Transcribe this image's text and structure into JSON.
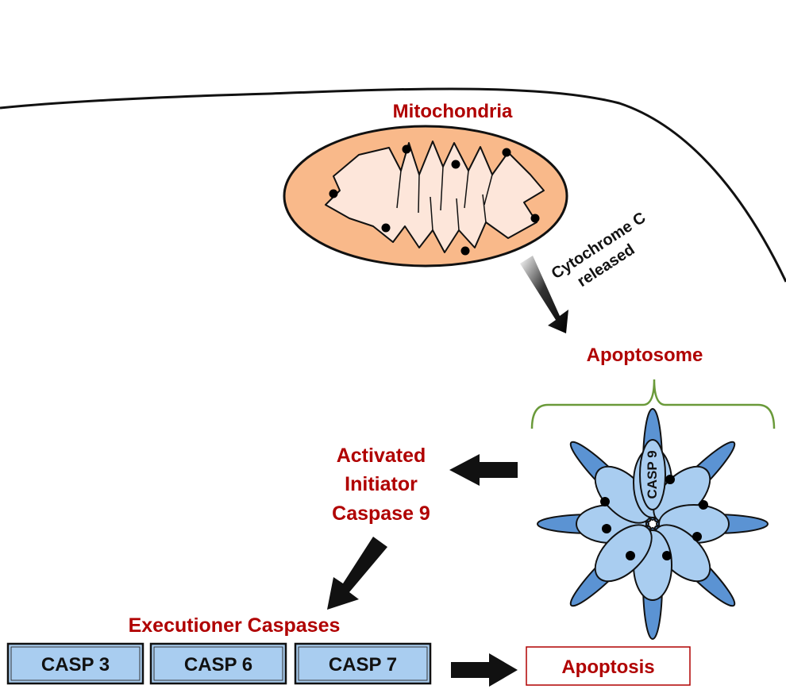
{
  "labels": {
    "mitochondria": "Mitochondria",
    "cytochrome_line1": "Cytochrome C",
    "cytochrome_line2": "released",
    "apoptosome": "Apoptosome",
    "activated_line1": "Activated",
    "activated_line2": "Initiator",
    "activated_line3": "Caspase 9",
    "casp9": "CASP 9",
    "executioner": "Executioner Caspases",
    "apoptosis": "Apoptosis"
  },
  "caspase_boxes": [
    "CASP 3",
    "CASP 6",
    "CASP 7"
  ],
  "colors": {
    "label_red": "#b00000",
    "mito_fill": "#f9b98a",
    "mito_inner": "#fde6da",
    "apoptosome_light": "#a9cdf0",
    "apoptosome_dark": "#5b93d3",
    "casp_box_fill": "#a9cdf0",
    "bracket_green": "#6a9a3a",
    "apoptosis_border": "#b00000"
  }
}
